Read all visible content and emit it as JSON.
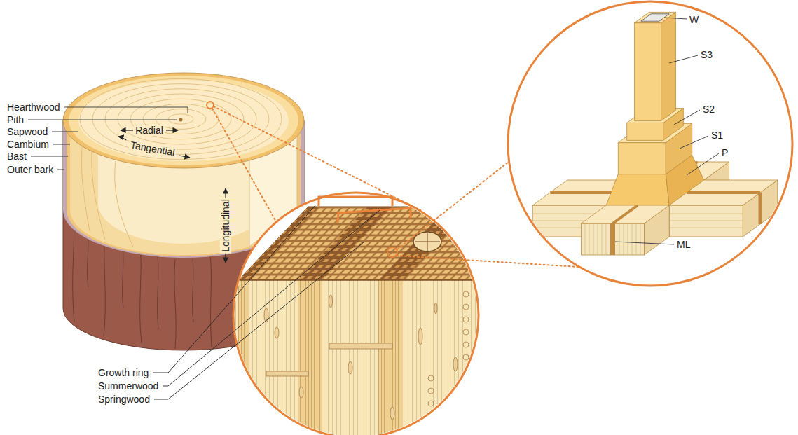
{
  "diagram": {
    "labels": [
      "Hearthwood",
      "Pith",
      "Sapwood",
      "Cambium",
      "Bast",
      "Outer bark",
      "Radial",
      "Tangential",
      "Longitudinal",
      "Growth ring",
      "Summerwood",
      "Springwood",
      "W",
      "S3",
      "S2",
      "S1",
      "P",
      "ML"
    ]
  }
}
